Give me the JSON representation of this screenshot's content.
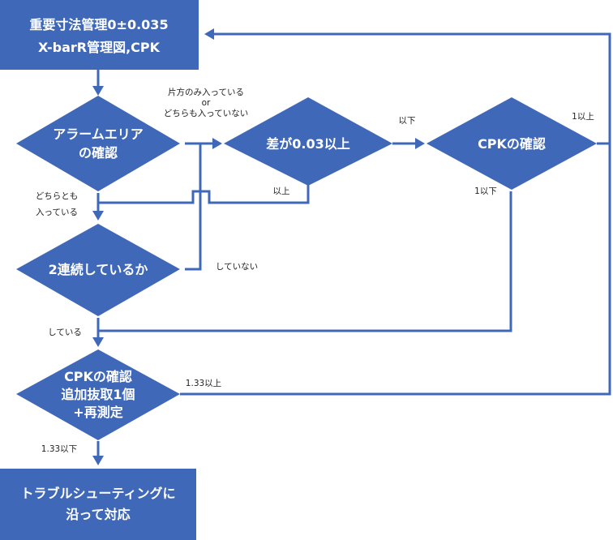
{
  "colors": {
    "node_fill": "#4068B8",
    "text": "#ffffff",
    "label_text": "#222222"
  },
  "nodes": {
    "start": {
      "lines": [
        "重要寸法管理0±0.035",
        "X-barR管理図,CPK"
      ]
    },
    "alarm": {
      "lines": [
        "アラームエリア",
        "の確認"
      ]
    },
    "diff": {
      "lines": [
        "差が0.03以上"
      ]
    },
    "cpk1": {
      "lines": [
        "CPKの確認"
      ]
    },
    "consecutive": {
      "lines": [
        "2連続しているか"
      ]
    },
    "cpk2": {
      "lines": [
        "CPKの確認",
        "追加抜取1個",
        "+再測定"
      ]
    },
    "end": {
      "lines": [
        "トラブルシューティングに",
        "沿って対応"
      ]
    }
  },
  "edge_labels": {
    "one_side": [
      "片方のみ入っている",
      "or",
      "どちらも入っていない"
    ],
    "both_in": [
      "どちらとも",
      "入っている"
    ],
    "diff_yes": "以上",
    "diff_no": "以下",
    "cpk1_over": "1以上",
    "cpk1_under": "1以下",
    "not_consecutive": "していない",
    "consecutive": "している",
    "cpk2_over": "1.33以上",
    "cpk2_under": "1.33以下"
  }
}
